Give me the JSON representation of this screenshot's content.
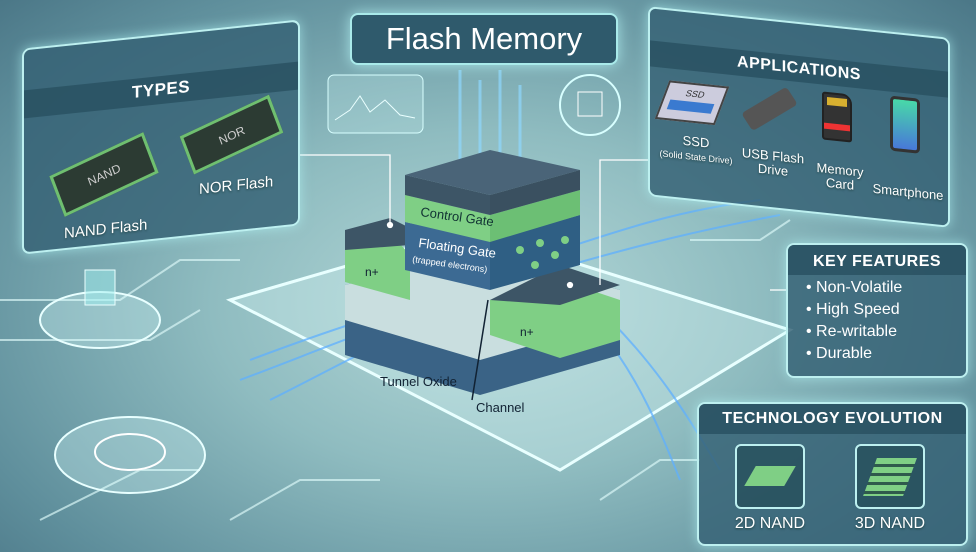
{
  "title": "Flash Memory",
  "types": {
    "heading": "TYPES",
    "nand_chip": "NAND",
    "nor_chip": "NOR",
    "nand_label": "NAND Flash",
    "nor_label": "NOR Flash"
  },
  "applications": {
    "heading": "APPLICATIONS",
    "ssd_chip": "SSD",
    "items": [
      {
        "label": "SSD",
        "sub": "(Solid State Drive)"
      },
      {
        "label": "USB Flash Drive"
      },
      {
        "label": "Memory Card"
      },
      {
        "label": "Smartphone"
      }
    ]
  },
  "features": {
    "heading": "KEY FEATURES",
    "items": [
      "• Non-Volatile",
      "• High Speed",
      "• Re-writable",
      "• Durable"
    ]
  },
  "evolution": {
    "heading": "TECHNOLOGY EVOLUTION",
    "items": [
      "2D NAND",
      "3D NAND"
    ]
  },
  "cell": {
    "control_gate": "Control Gate",
    "floating_gate": "Floating Gate",
    "trapped": "(trapped electrons)",
    "source": "n+",
    "drain": "n+",
    "tunnel_oxide": "Tunnel Oxide",
    "channel": "Channel"
  },
  "colors": {
    "green": "#7fcf85",
    "dark": "#3d5566",
    "blue": "#3c6a93",
    "accent": "#bdf0f0"
  }
}
